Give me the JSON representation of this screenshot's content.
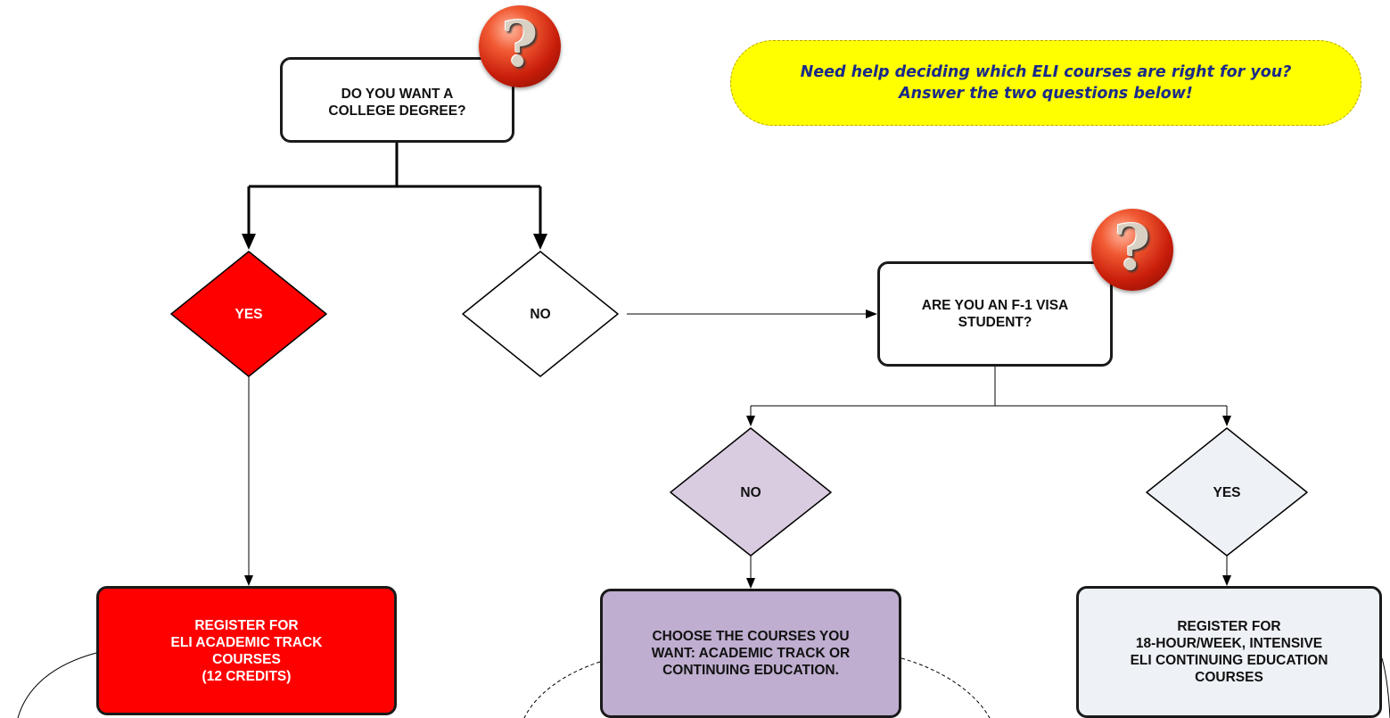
{
  "help_text": "Need help deciding which ELI courses are right for you?\nAnswer the two questions below!",
  "question_icon": "question-mark-icon",
  "questions": {
    "q1": "DO YOU WANT A\nCOLLEGE DEGREE?",
    "q2": "ARE YOU AN F-1 VISA\nSTUDENT?"
  },
  "answers": {
    "q1_yes": "YES",
    "q1_no": "NO",
    "q2_no": "NO",
    "q2_yes": "YES"
  },
  "results": {
    "academic": "REGISTER FOR\nELI ACADEMIC TRACK\nCOURSES\n(12 CREDITS)",
    "choose": "CHOOSE THE COURSES YOU\nWANT: ACADEMIC TRACK OR\nCONTINUING EDUCATION.",
    "intensive": "REGISTER FOR\n18-HOUR/WEEK, INTENSIVE\nELI CONTINUING EDUCATION\nCOURSES"
  },
  "colors": {
    "red": "#ff0000",
    "lavender_diamond": "#d9cce0",
    "lavender_box": "#bfaed0",
    "pale_blue": "#eef1f6",
    "yellow": "#ffff00"
  }
}
